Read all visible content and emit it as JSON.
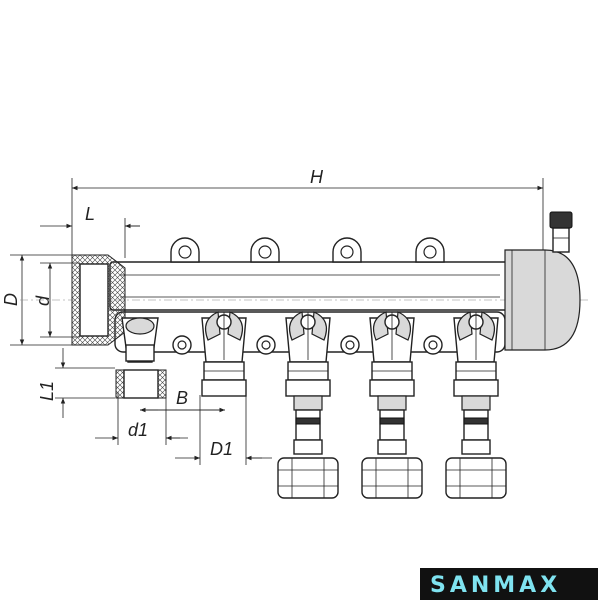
{
  "labels": {
    "H": "H",
    "L": "L",
    "D": "D",
    "d": "d",
    "L1": "L1",
    "B": "B",
    "d1": "d1",
    "D1": "D1"
  },
  "logo": {
    "text": "SANMAX",
    "color": "#7fe3f0",
    "background": "#111111"
  },
  "outlets": 5,
  "mounting_lugs": 4
}
